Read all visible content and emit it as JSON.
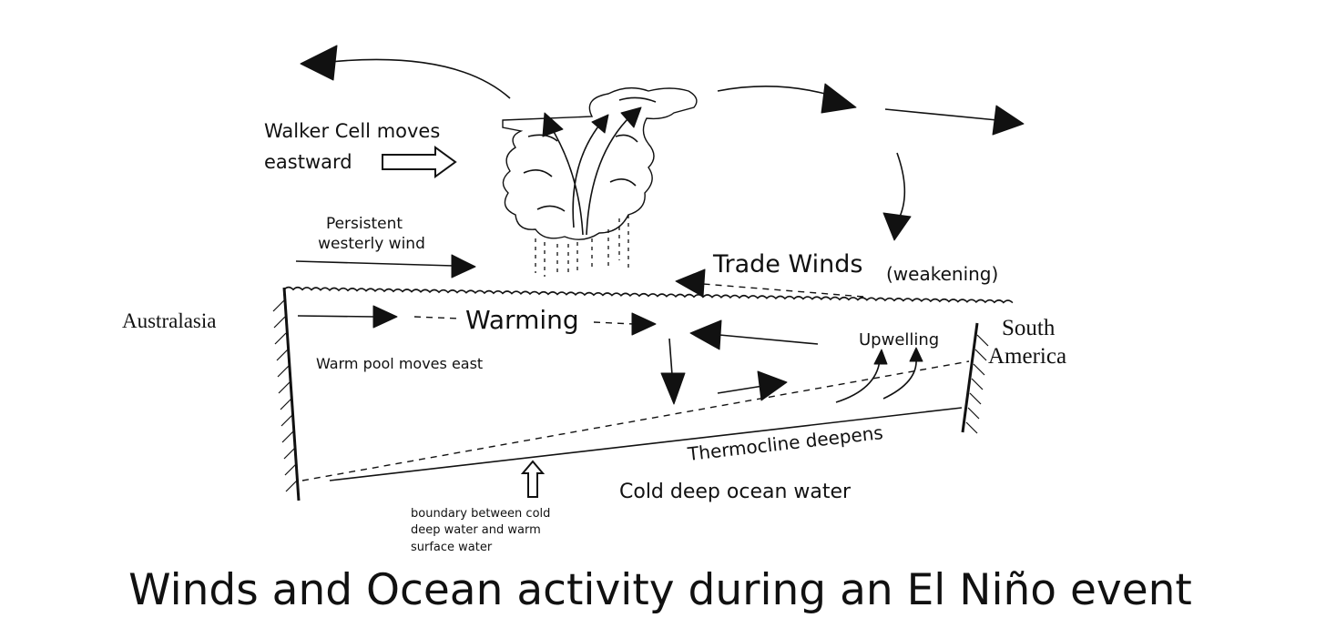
{
  "title": "Winds and Ocean activity during an El Niño event",
  "labels": {
    "walker_cell_line1": "Walker Cell moves",
    "walker_cell_line2": "eastward",
    "persistent_line1": "Persistent",
    "persistent_line2": "westerly wind",
    "trade_winds": "Trade Winds",
    "weakening": "(weakening)",
    "australasia": "Australasia",
    "south": "South",
    "america": "America",
    "warming": "Warming",
    "upwelling": "Upwelling",
    "warm_pool": "Warm pool moves east",
    "thermocline": "Thermocline deepens",
    "cold_deep_water": "Cold deep ocean water",
    "boundary_line1": "boundary between cold",
    "boundary_line2": "deep water and warm",
    "boundary_line3": "surface water"
  },
  "colors": {
    "ink": "#111111",
    "background": "#ffffff"
  },
  "icons": {
    "walker_cell_arrow": "hollow-right-arrow-icon",
    "boundary_arrow": "hollow-up-arrow-icon",
    "cloud": "cumulonimbus-cloud-icon"
  }
}
